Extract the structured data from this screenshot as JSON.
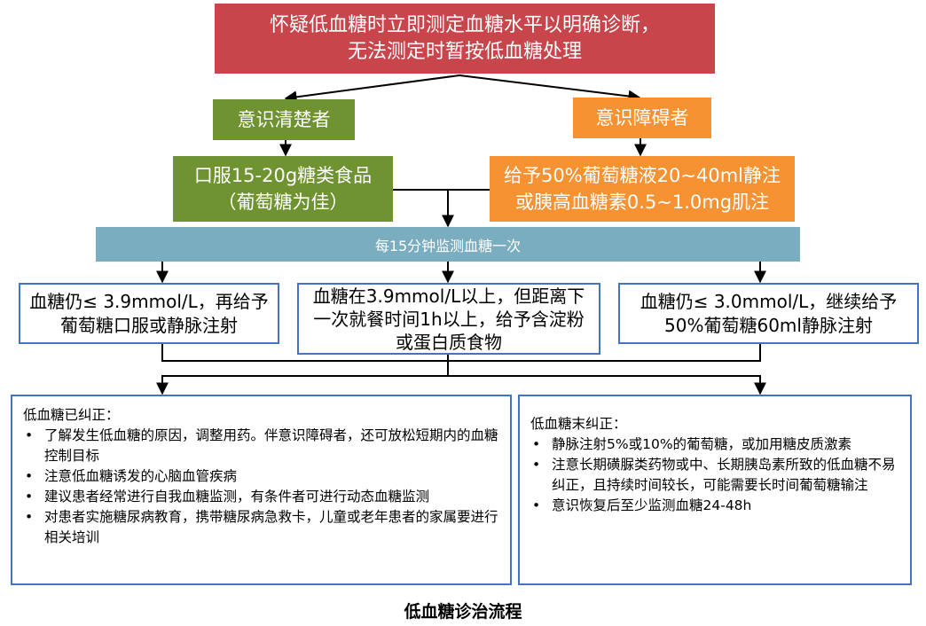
{
  "title_box": {
    "line1": "怀疑低血糖时立即测定血糖水平以明确诊断，",
    "line2": "无法测定时暂按低血糖处理"
  },
  "branches": {
    "conscious": {
      "label": "意识清楚者",
      "action_line1": "口服15-20g糖类食品",
      "action_line2": "（葡萄糖为佳）"
    },
    "unconscious": {
      "label": "意识障碍者",
      "action_line1": "给予50%葡萄糖液20~40ml静注",
      "action_line2": "或胰高血糖素0.5~1.0mg肌注"
    }
  },
  "monitor": {
    "label": "每15分钟监测血糖一次"
  },
  "outcomes": [
    {
      "text": "血糖仍≤ 3.9mmol/L，再给予葡萄糖口服或静脉注射"
    },
    {
      "text": "血糖在3.9mmol/L以上，但距离下一次就餐时间1h以上，给予含淀粉或蛋白质食物"
    },
    {
      "text": "血糖仍≤ 3.0mmol/L，继续给予50%葡萄糖60ml静脉注射"
    }
  ],
  "corrected": {
    "title": "低血糖已纠正：",
    "items": [
      "了解发生低血糖的原因，调整用药。伴意识障碍者，还可放松短期内的血糖控制目标",
      "注意低血糖诱发的心脑血管疾病",
      "建议患者经常进行自我血糖监测，有条件者可进行动态血糖监测",
      "对患者实施糖尿病教育，携带糖尿病急救卡，儿童或老年患者的家属要进行相关培训"
    ]
  },
  "not_corrected": {
    "title": "低血糖末纠正：",
    "items": [
      "静脉注射5%或10%的葡萄糖，或加用糖皮质激素",
      "注意长期磺脲类药物或中、长期胰岛素所致的低血糖不易纠正，且持续时间较长，可能需要长时间葡萄糖输注",
      "意识恢复后至少监测血糖24-48h"
    ]
  },
  "bullet_symbol": "•",
  "caption": "低血糖诊治流程",
  "colors": {
    "red": "#C8454B",
    "green": "#6E9330",
    "orange": "#F79233",
    "teal": "#79ADBF",
    "blue_border": "#4274C2"
  }
}
